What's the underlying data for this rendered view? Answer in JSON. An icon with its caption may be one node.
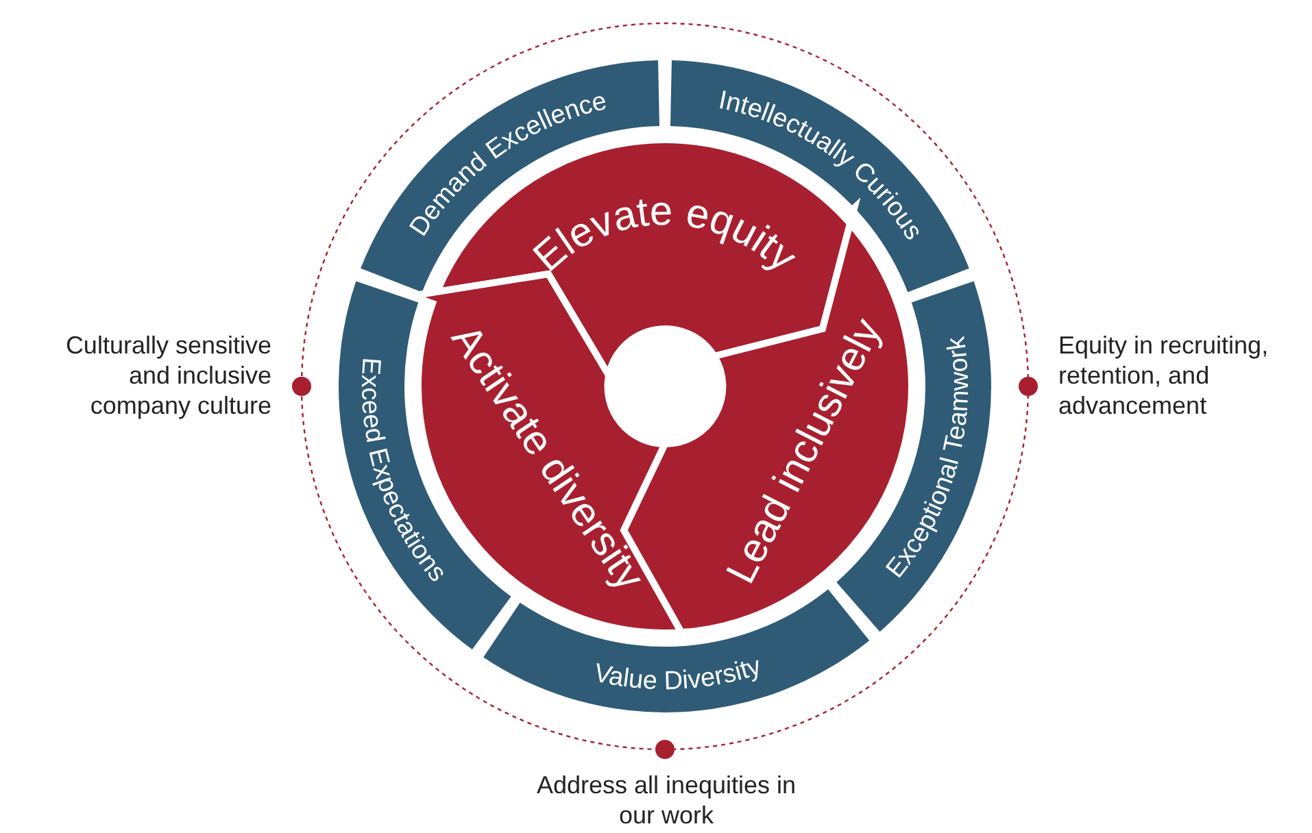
{
  "diagram": {
    "nodes": [
      {
        "text": [
          "Demand Excellence"
        ]
      },
      {
        "text": [
          "Intellectually Curious"
        ]
      },
      {
        "text": [
          "Exceptional Teamwork"
        ]
      },
      {
        "text": [
          "Value Diversity"
        ]
      },
      {
        "text": [
          "Exceed Expectations"
        ]
      },
      {
        "text": [
          "Elevate equity"
        ]
      },
      {
        "text": [
          "Lead inclusively"
        ]
      },
      {
        "text": [
          "Activate diversity"
        ]
      }
    ],
    "labels": [
      "Culturally sensitive and inclusive company culture",
      "Equity in recruiting, retention, and advancement",
      "Address all inequities in our work"
    ]
  }
}
